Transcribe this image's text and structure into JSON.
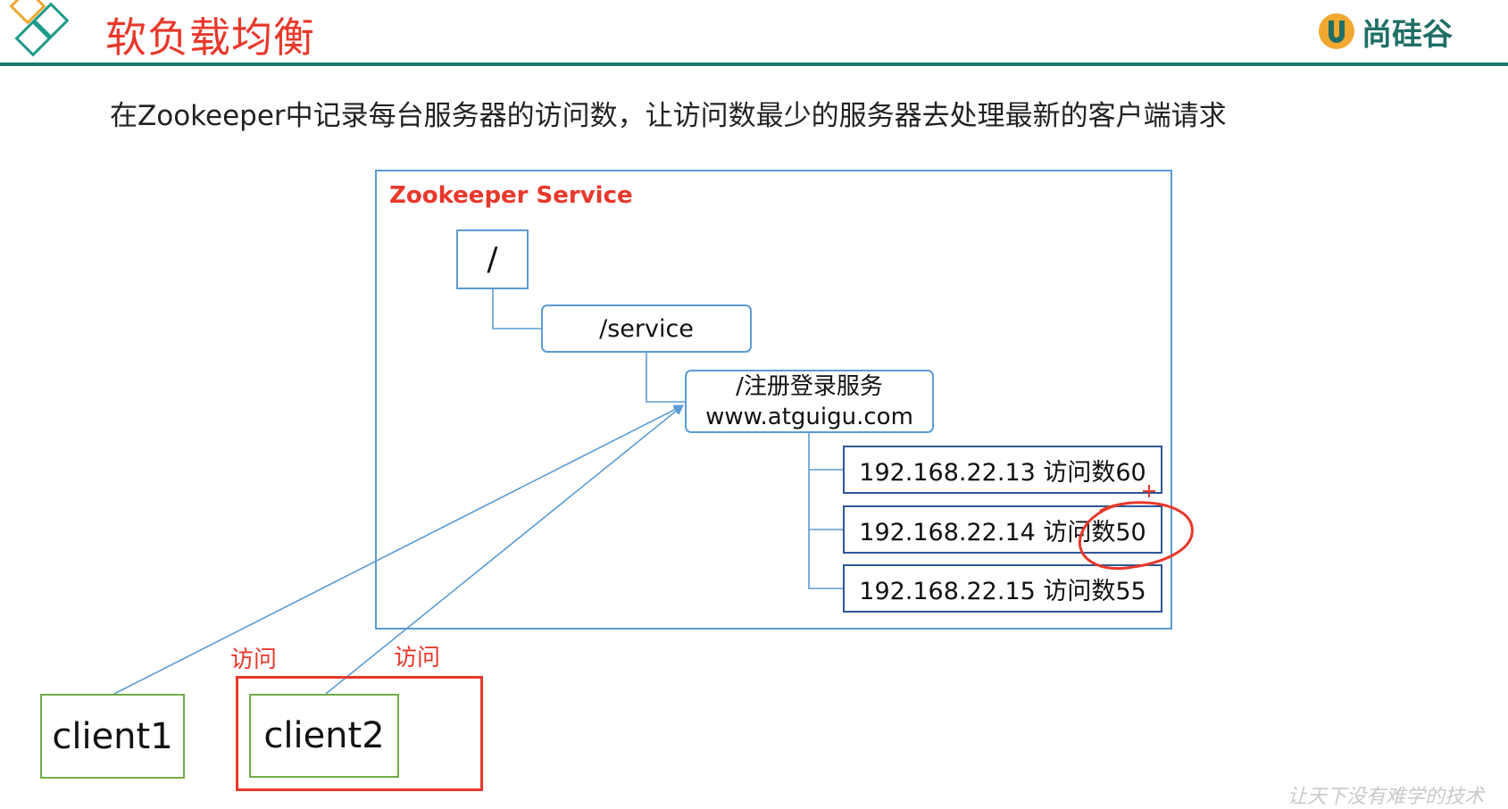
{
  "header": {
    "title": "软负载均衡",
    "brand_name": "尚硅谷",
    "colors": {
      "title": "#e8382b",
      "rule": "#1f7a6d",
      "brand": "#1f6f66"
    }
  },
  "description": "在Zookeeper中记录每台服务器的访问数，让访问数最少的服务器去处理最新的客户端请求",
  "diagram": {
    "service_label": "Zookeeper Service",
    "root_node": "/",
    "service_node": "/service",
    "login_node": {
      "line1": "/注册登录服务",
      "line2": "www.atguigu.com"
    },
    "servers": [
      {
        "label": "192.168.22.13  访问数60"
      },
      {
        "label": "192.168.22.14 访问数50"
      },
      {
        "label": "192.168.22.15 访问数55"
      }
    ],
    "access_labels": [
      "访问",
      "访问"
    ],
    "clients": [
      "client1",
      "client2"
    ]
  },
  "watermark": "让天下没有难学的技术",
  "icons": [
    "logo-diamond-icon",
    "brand-logo-icon",
    "cursor-plus-icon"
  ]
}
